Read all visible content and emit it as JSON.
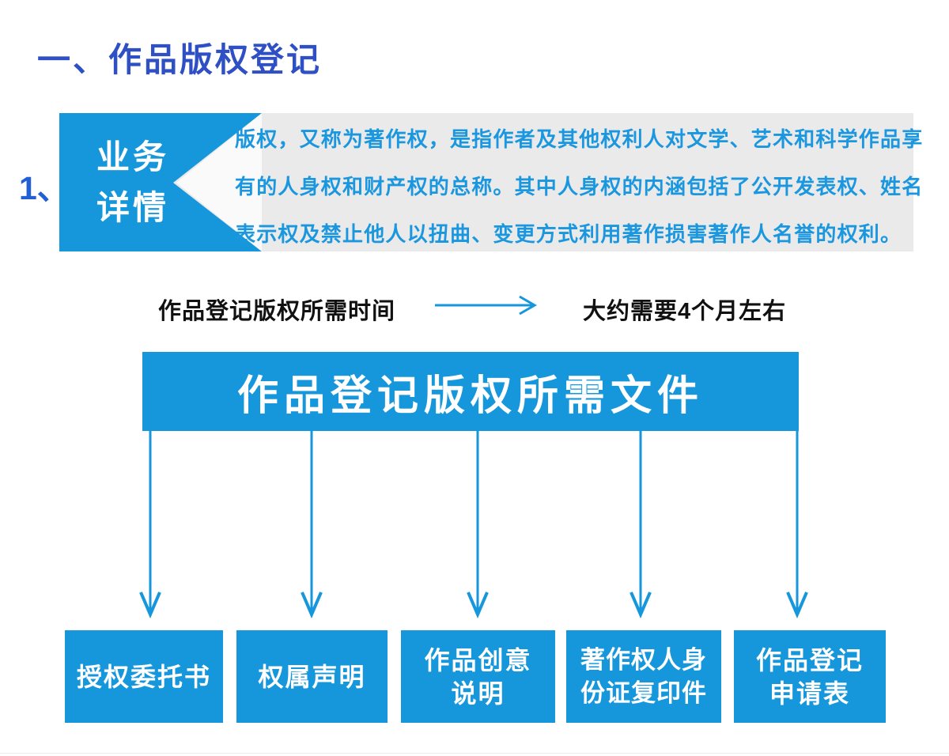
{
  "page": {
    "title": "一、作品版权登记",
    "section_number": "1、"
  },
  "business": {
    "label": "业务\n详情",
    "description_lines": [
      "版权，又称为著作权，是指作者及其他权利人对文学、艺术和科学作品享",
      "有的人身权和财产权的总称。其中人身权的内涵包括了公开发表权、姓名",
      "表示权及禁止他人以扭曲、变更方式利用著作损害著作人名誉的权利。"
    ]
  },
  "timeline": {
    "label": "作品登记版权所需时间",
    "value": "大约需要4个月左右",
    "arrow_icon": "right-arrow"
  },
  "documents": {
    "header": "作品登记版权所需文件",
    "connector_icon": "down-arrow",
    "items": [
      {
        "label": "授权委托书"
      },
      {
        "label": "权属声明"
      },
      {
        "label": "作品创意\n说明"
      },
      {
        "label": "著作权人身\n份证复印件"
      },
      {
        "label": "作品登记\n申请表"
      }
    ]
  },
  "colors": {
    "accent_blue": "#1697DB",
    "title_blue": "#2F4FC5",
    "number_blue": "#2160D4",
    "panel_gray": "#EAEAEA",
    "text_blue": "#1A97DE",
    "text_black": "#111111"
  }
}
